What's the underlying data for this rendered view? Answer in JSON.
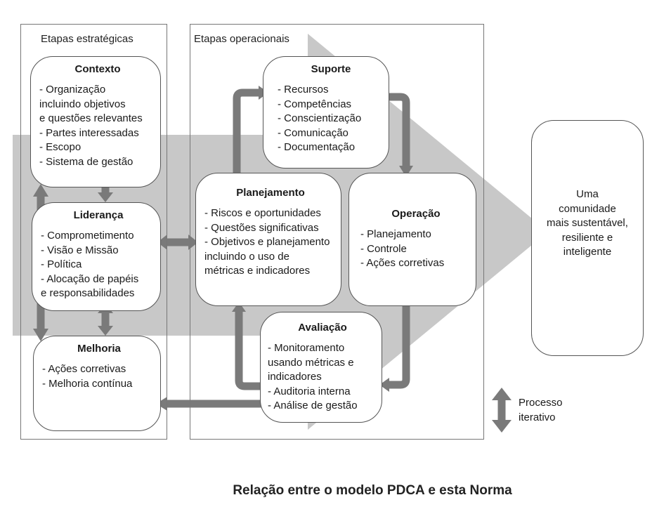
{
  "frames": {
    "strategic_label": "Etapas estratégicas",
    "operational_label": "Etapas operacionais"
  },
  "boxes": {
    "contexto": {
      "title": "Contexto",
      "items": [
        "- Organização",
        "incluindo objetivos",
        "e questões relevantes",
        "- Partes interessadas",
        "- Escopo",
        "- Sistema de gestão"
      ]
    },
    "lideranca": {
      "title": "Liderança",
      "items": [
        "- Comprometimento",
        "- Visão e Missão",
        "- Política",
        "- Alocação de papéis",
        "e responsabilidades"
      ]
    },
    "melhoria": {
      "title": "Melhoria",
      "items": [
        "- Ações corretivas",
        "- Melhoria contínua"
      ]
    },
    "suporte": {
      "title": "Suporte",
      "items": [
        "- Recursos",
        "- Competências",
        "- Conscientização",
        "- Comunicação",
        "- Documentação"
      ]
    },
    "planejamento": {
      "title": "Planejamento",
      "items": [
        "- Riscos e oportunidades",
        "- Questões significativas",
        "- Objetivos e planejamento",
        "incluindo o uso de",
        "métricas e indicadores"
      ]
    },
    "operacao": {
      "title": "Operação",
      "items": [
        "- Planejamento",
        "- Controle",
        "- Ações corretivas"
      ]
    },
    "avaliacao": {
      "title": "Avaliação",
      "items": [
        "- Monitoramento",
        "usando métricas e",
        "indicadores",
        "- Auditoria interna",
        "- Análise de gestão"
      ]
    }
  },
  "outcome": {
    "lines": [
      "Uma",
      "comunidade",
      "mais sustentável,",
      "resiliente e",
      "inteligente"
    ]
  },
  "legend": {
    "lines": [
      "Processo",
      "iterativo"
    ]
  },
  "caption": "Relação entre o modelo PDCA e esta Norma",
  "colors": {
    "big_arrow": "#c8c8c8",
    "arrow": "#7a7a7a",
    "frame": "#777777",
    "box_border": "#555555"
  }
}
